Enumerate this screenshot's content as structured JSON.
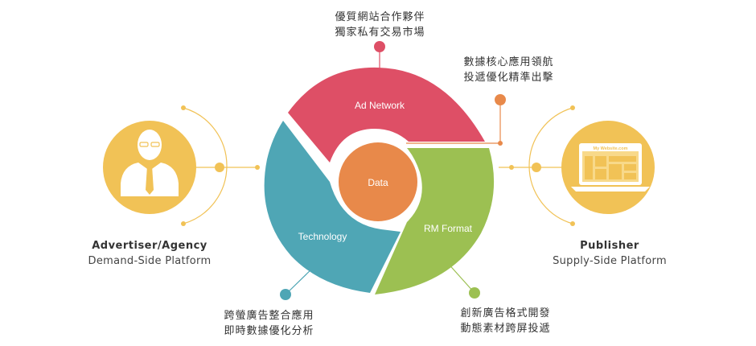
{
  "center": {
    "label": "Data",
    "color": "#E8894A"
  },
  "segments": [
    {
      "label": "Ad Network",
      "color": "#DE4F66"
    },
    {
      "label": "Technology",
      "color": "#4FA6B5"
    },
    {
      "label": "RM Format",
      "color": "#9CC052"
    }
  ],
  "callouts": {
    "top": {
      "line1": "優質網站合作夥伴",
      "line2": "獨家私有交易市場",
      "color": "#DE4F66"
    },
    "right": {
      "line1": "數據核心應用領航",
      "line2": "投遞優化精準出擊",
      "color": "#E8894A"
    },
    "bottom_left": {
      "line1": "跨螢廣告整合應用",
      "line2": "即時數據優化分析",
      "color": "#4FA6B5"
    },
    "bottom_right": {
      "line1": "創新廣告格式開發",
      "line2": "動態素材跨屏投遞",
      "color": "#9CC052"
    }
  },
  "advertiser": {
    "title": "Advertiser/Agency",
    "subtitle": "Demand-Side Platform",
    "icon": "businessman-icon",
    "color": "#F1C256"
  },
  "publisher": {
    "title": "Publisher",
    "subtitle": "Supply-Side Platform",
    "icon": "laptop-website-icon",
    "screen_text": "My Website.com",
    "color": "#F1C256"
  }
}
